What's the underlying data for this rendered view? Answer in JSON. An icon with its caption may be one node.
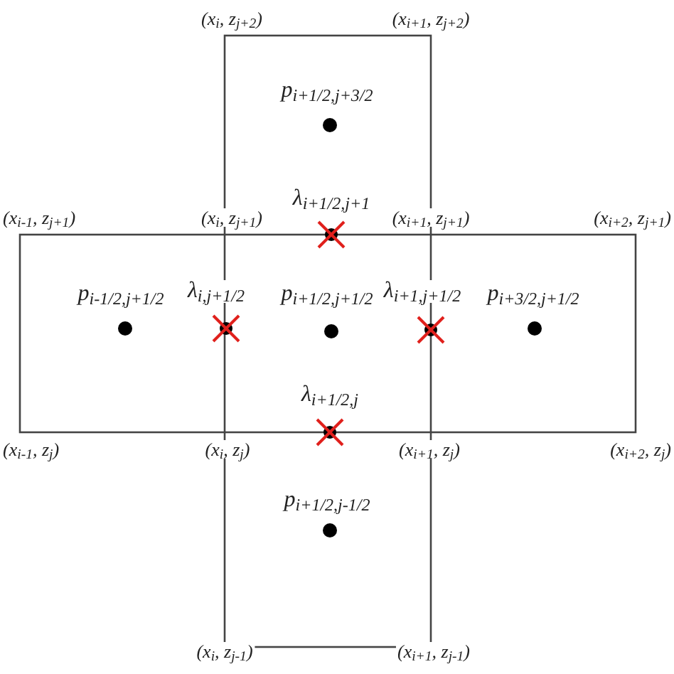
{
  "diagram": {
    "labels": [
      "(x$_{i}$, z$_{j+2}$)",
      "(x$_{i+1}$, z$_{j+2}$)",
      "p$_{i+1/2,j+3/2}$",
      "λ$_{i+1/2,j+1}$",
      "(x$_{i-1}$, z$_{j+1}$)",
      "(x$_{i}$, z$_{j+1}$)",
      "(x$_{i+1}$, z$_{j+1}$)",
      "(x$_{i+2}$, z$_{j+1}$)",
      "p$_{i-1/2,j+1/2}$",
      "λ$_{i,j+1/2}$",
      "p$_{i+1/2,j+1/2}$",
      "λ$_{i+1,j+1/2}$",
      "p$_{i+3/2,j+1/2}$",
      "λ$_{i+1/2,j}$",
      "(x$_{i-1}$, z$_{j}$)",
      "(x$_{i}$, z$_{j}$)",
      "(x$_{i+1}$, z$_{j}$)",
      "(x$_{i+2}$, z$_{j}$)",
      "p$_{i+1/2,j-1/2}$",
      "(x$_{i}$, z$_{j-1}$)",
      "(x$_{i+1}$, z$_{j-1}$)"
    ]
  }
}
